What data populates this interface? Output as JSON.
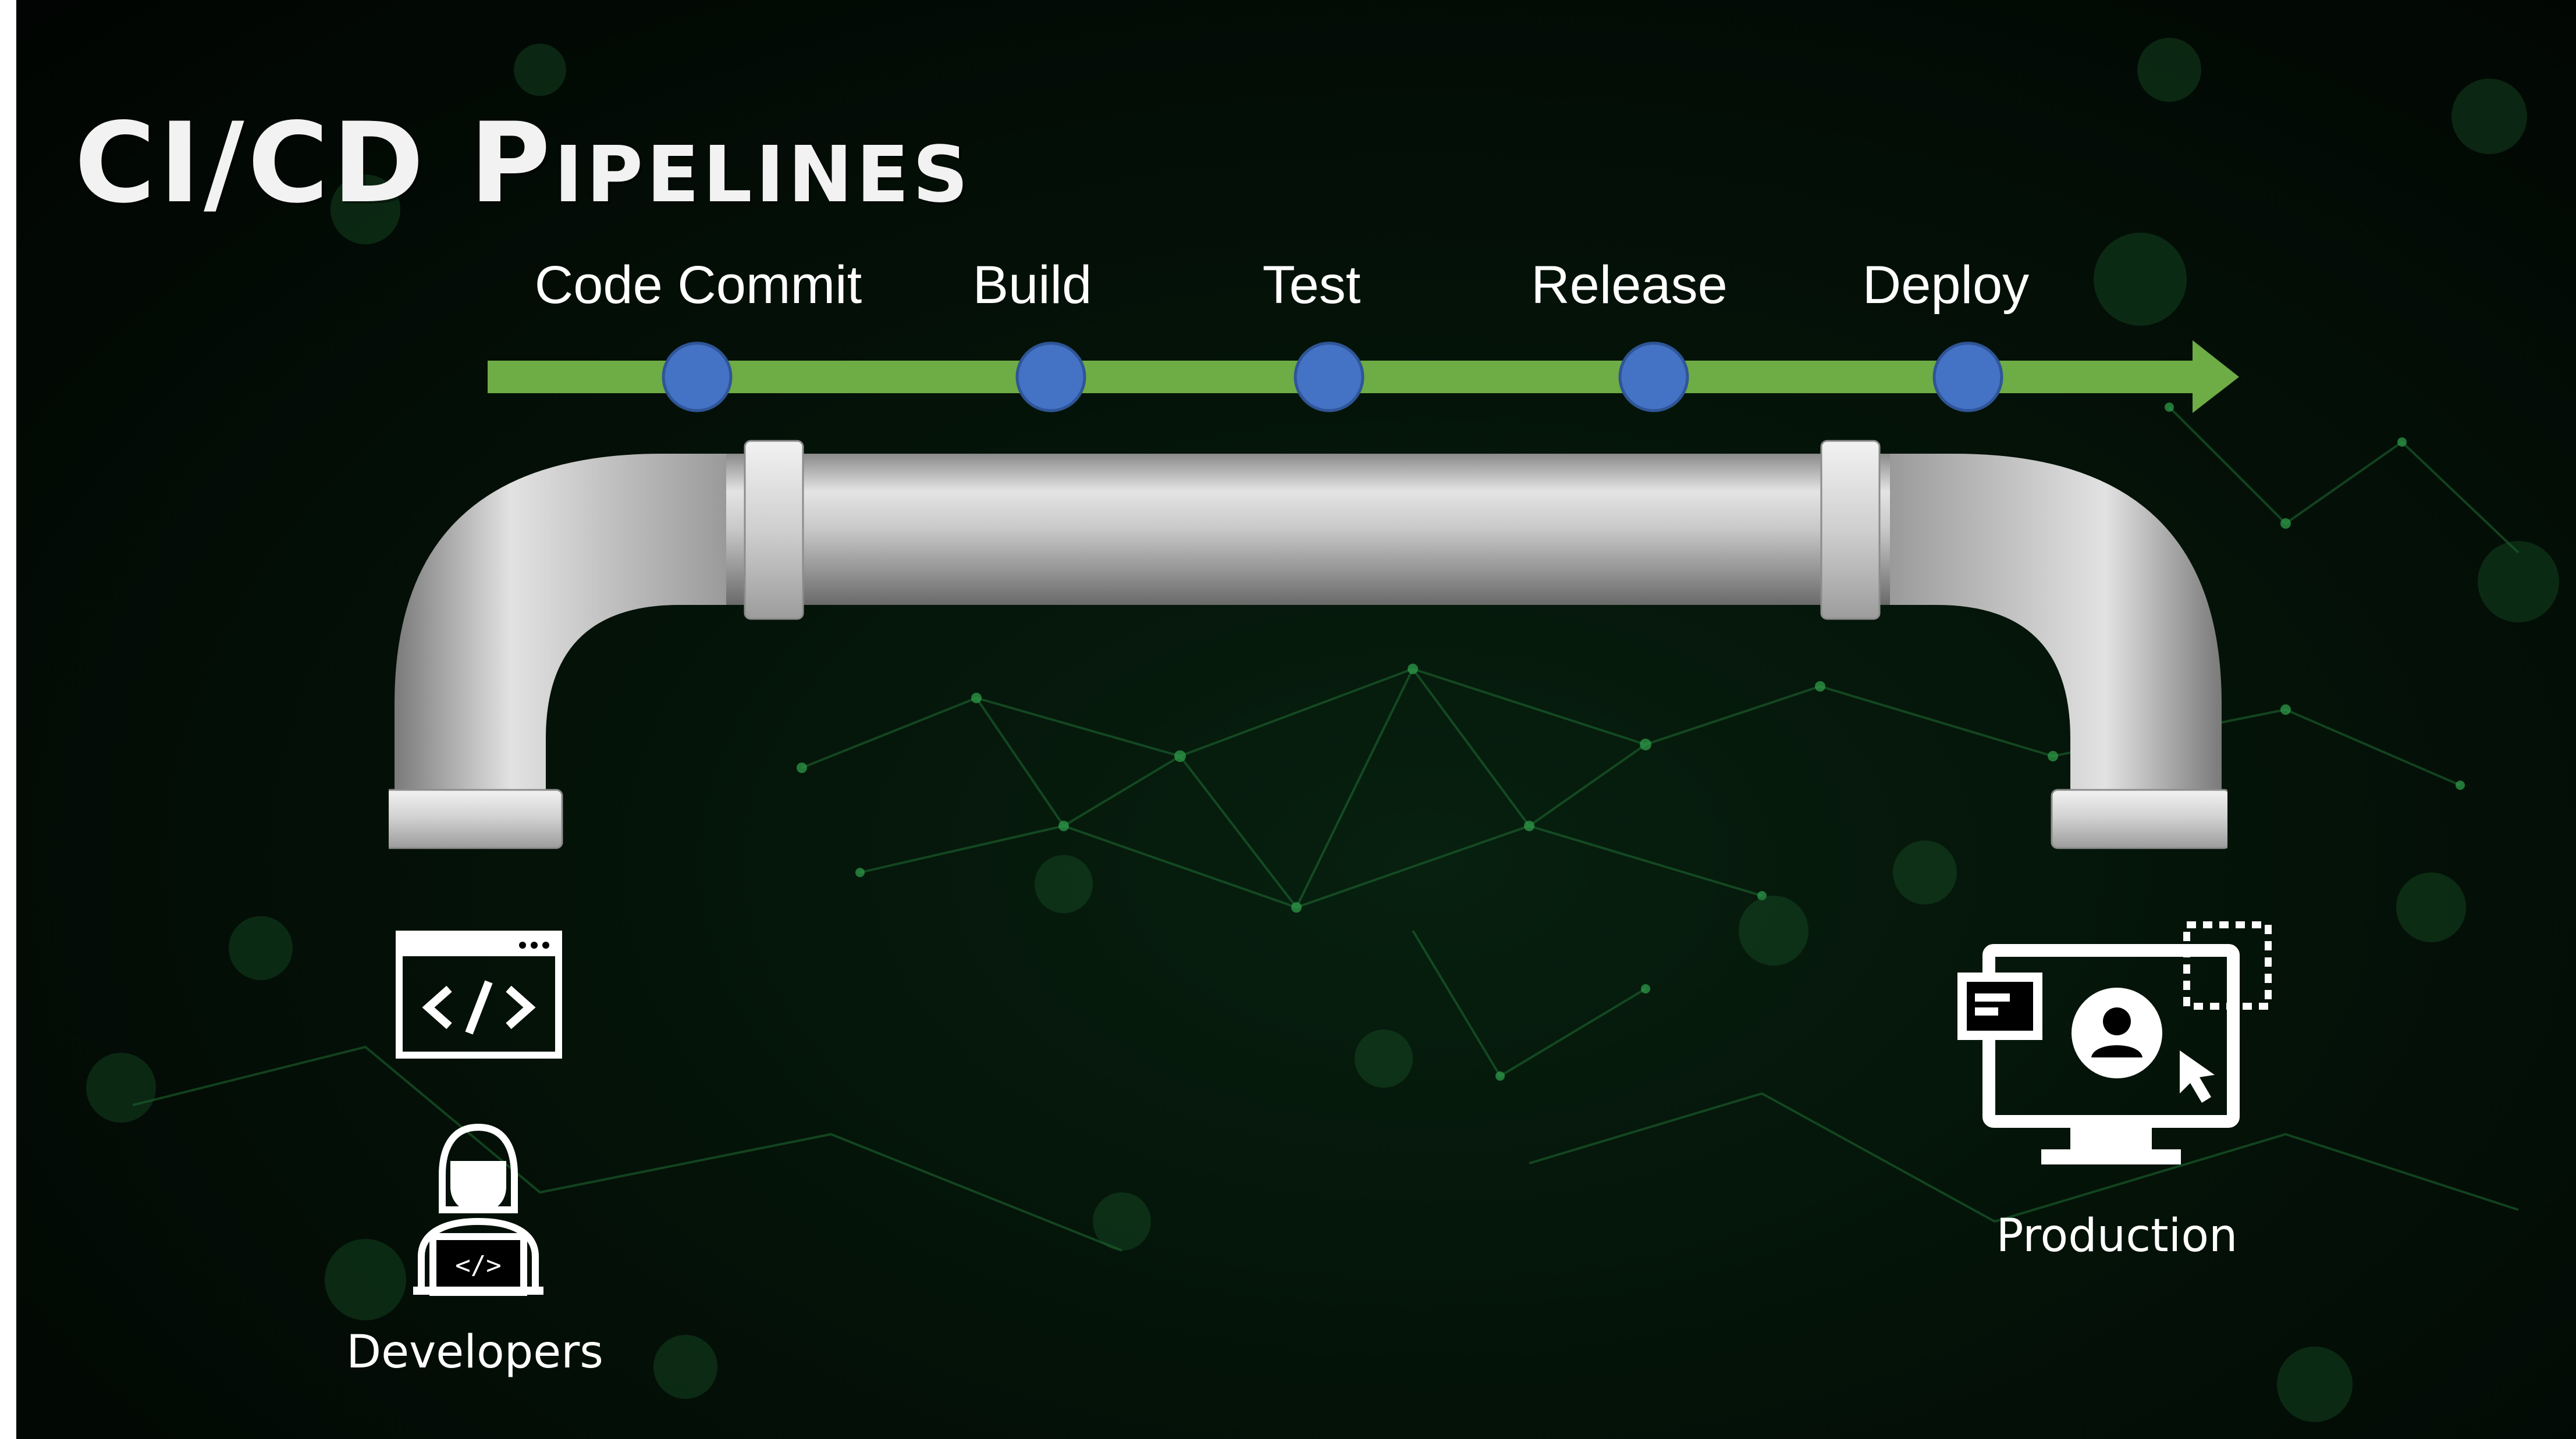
{
  "title": "CI/CD Pipelines",
  "stages": [
    {
      "label": "Code Commit"
    },
    {
      "label": "Build"
    },
    {
      "label": "Test"
    },
    {
      "label": "Release"
    },
    {
      "label": "Deploy"
    }
  ],
  "source": {
    "caption": "Developers",
    "icons": [
      "code-window-icon",
      "developer-laptop-icon"
    ]
  },
  "target": {
    "caption": "Production",
    "icons": [
      "monitor-user-icon"
    ]
  },
  "colors": {
    "background": "#03140a",
    "arrow": "#6eac45",
    "stage_node": "#4472c4",
    "pipe": "#b8b8b8",
    "text": "#ffffff"
  }
}
